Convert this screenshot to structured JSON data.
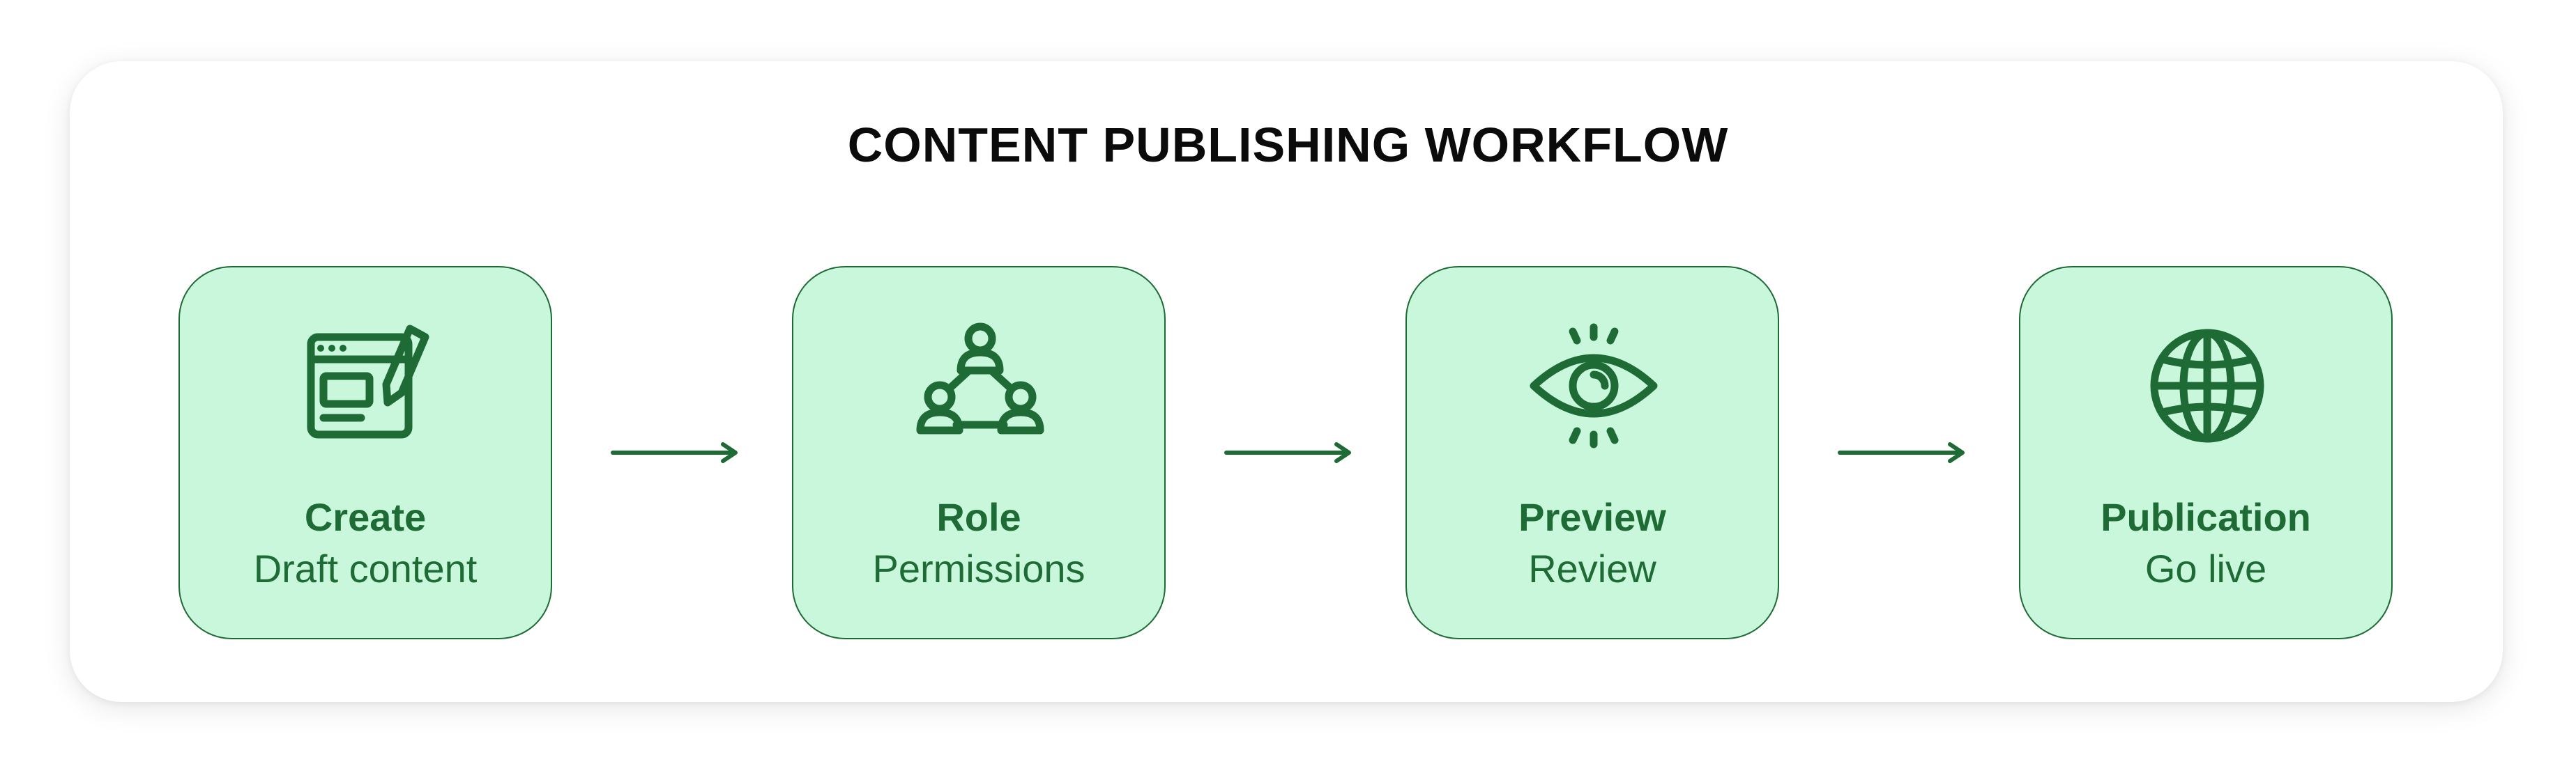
{
  "title": "CONTENT PUBLISHING WORKFLOW",
  "colors": {
    "box_fill": "#c9f7dc",
    "accent": "#1f6b36",
    "border": "#1e6a35",
    "title": "#0b0b0b"
  },
  "steps": [
    {
      "label": "Create",
      "sub": "Draft content",
      "icon": "edit-document-icon"
    },
    {
      "label": "Role",
      "sub": "Permissions",
      "icon": "user-network-icon"
    },
    {
      "label": "Preview",
      "sub": "Review",
      "icon": "eye-icon"
    },
    {
      "label": "Publication",
      "sub": "Go live",
      "icon": "globe-icon"
    }
  ]
}
